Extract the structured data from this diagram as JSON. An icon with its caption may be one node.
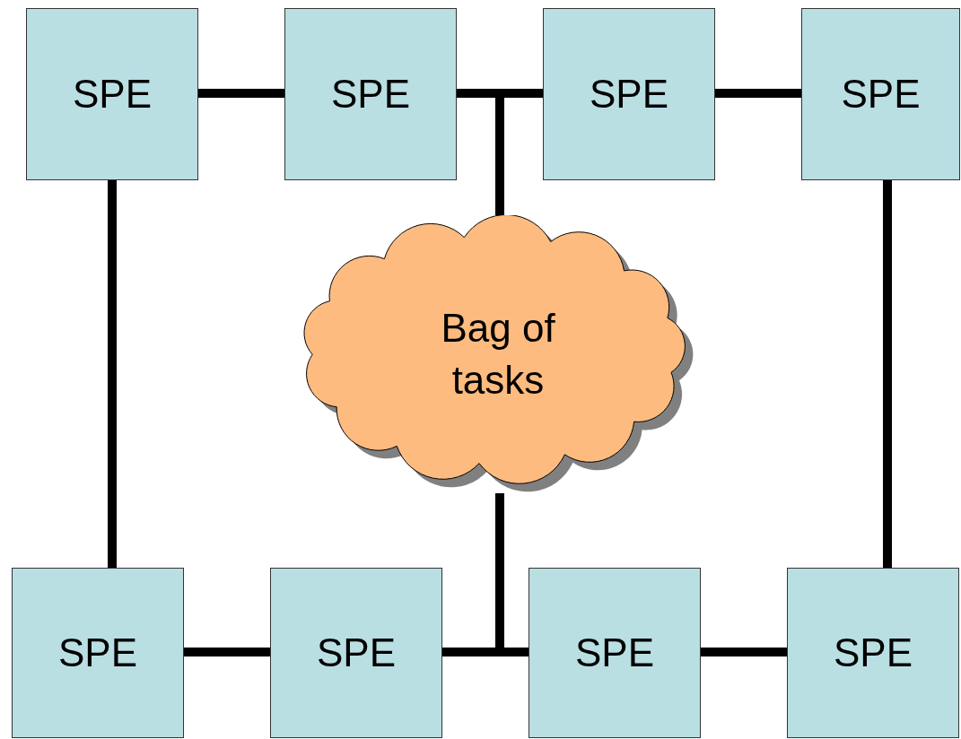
{
  "diagram": {
    "nodes": [
      {
        "text": [
          "SPE"
        ]
      },
      {
        "text": [
          "SPE"
        ]
      },
      {
        "text": [
          "SPE"
        ]
      },
      {
        "text": [
          "SPE"
        ]
      },
      {
        "text": [
          "Bag of tasks"
        ]
      },
      {
        "text": [
          "SPE"
        ]
      },
      {
        "text": [
          "SPE"
        ]
      },
      {
        "text": [
          "SPE"
        ]
      },
      {
        "text": [
          "SPE"
        ]
      }
    ],
    "edges": [
      {
        "from": 0,
        "to": 1,
        "arrow": "none"
      },
      {
        "from": 4,
        "to": 1,
        "arrow": "none"
      },
      {
        "from": 4,
        "to": 2,
        "arrow": "none"
      },
      {
        "from": 2,
        "to": 3,
        "arrow": "none"
      },
      {
        "from": 0,
        "to": 5,
        "arrow": "none"
      },
      {
        "from": 3,
        "to": 8,
        "arrow": "none"
      },
      {
        "from": 5,
        "to": 6,
        "arrow": "none"
      },
      {
        "from": 4,
        "to": 6,
        "arrow": "none"
      },
      {
        "from": 4,
        "to": 7,
        "arrow": "none"
      },
      {
        "from": 7,
        "to": 8,
        "arrow": "none"
      }
    ]
  }
}
